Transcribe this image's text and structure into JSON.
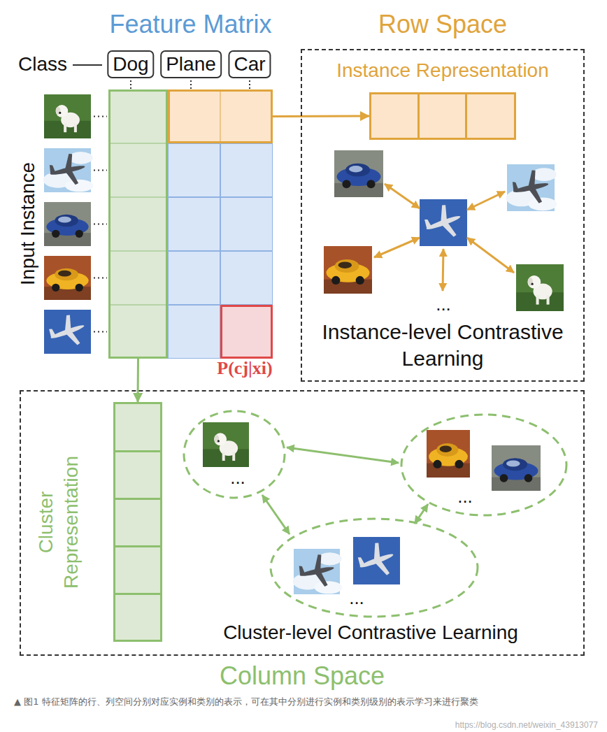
{
  "diagram": {
    "caption": "▲ 图1 特征矩阵的行、列空间分别对应实例和类别的表示，可在其中分别进行实例和类别级别的表示学习来进行聚类",
    "nodes": [
      {
        "text": [
          "Feature Matrix"
        ]
      },
      {
        "text": [
          "Dog"
        ],
        "in": 0
      },
      {
        "text": [
          "Plane"
        ],
        "in": 0
      },
      {
        "text": [
          "Car"
        ],
        "in": 0
      },
      {
        "text": [
          "Row Space",
          "Instance Representation",
          "Instance-level Contrastive Learning"
        ]
      },
      {
        "text": [
          "Cluster Representation",
          "Cluster-level Contrastive Learning",
          "Column Space"
        ]
      }
    ],
    "edges": [
      {
        "from": 0,
        "to": 4,
        "arrow": "to"
      },
      {
        "from": 0,
        "to": 5,
        "arrow": "to"
      }
    ],
    "labels": [
      "Class",
      "Input Instance",
      "P(cj|xi)",
      "...",
      "...",
      "...",
      "...",
      "https://blog.csdn.net/weixin_43913077"
    ]
  }
}
